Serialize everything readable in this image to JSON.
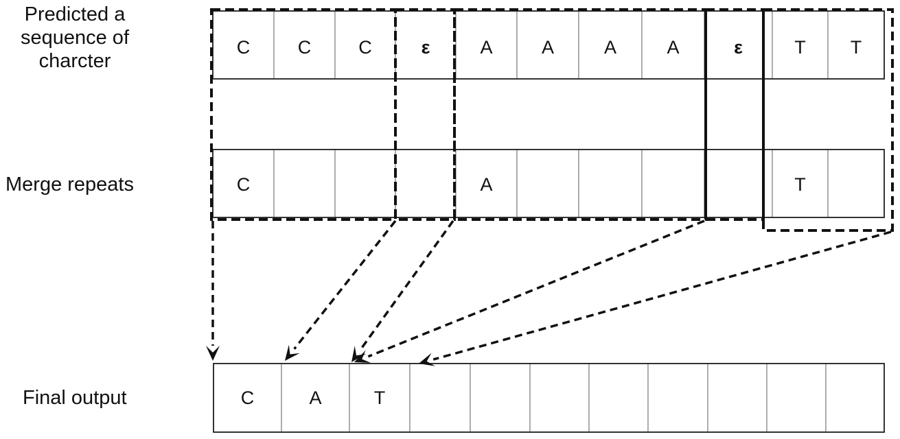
{
  "labels": {
    "predicted": [
      "Predicted a",
      "sequence of",
      "charcter"
    ],
    "merge": "Merge repeats",
    "final": "Final output"
  },
  "rows": {
    "predicted": [
      "C",
      "C",
      "C",
      "ε",
      "A",
      "A",
      "A",
      "A",
      "ε",
      "T",
      "T"
    ],
    "merge": [
      "C",
      "",
      "",
      "",
      "A",
      "",
      "",
      "",
      "",
      "T",
      ""
    ],
    "final": [
      "C",
      "A",
      "T",
      "",
      "",
      "",
      "",
      "",
      "",
      "",
      ""
    ]
  },
  "colors": {
    "cell_border": "#9a9a9a",
    "dashed": "#111111",
    "text": "#111111"
  }
}
